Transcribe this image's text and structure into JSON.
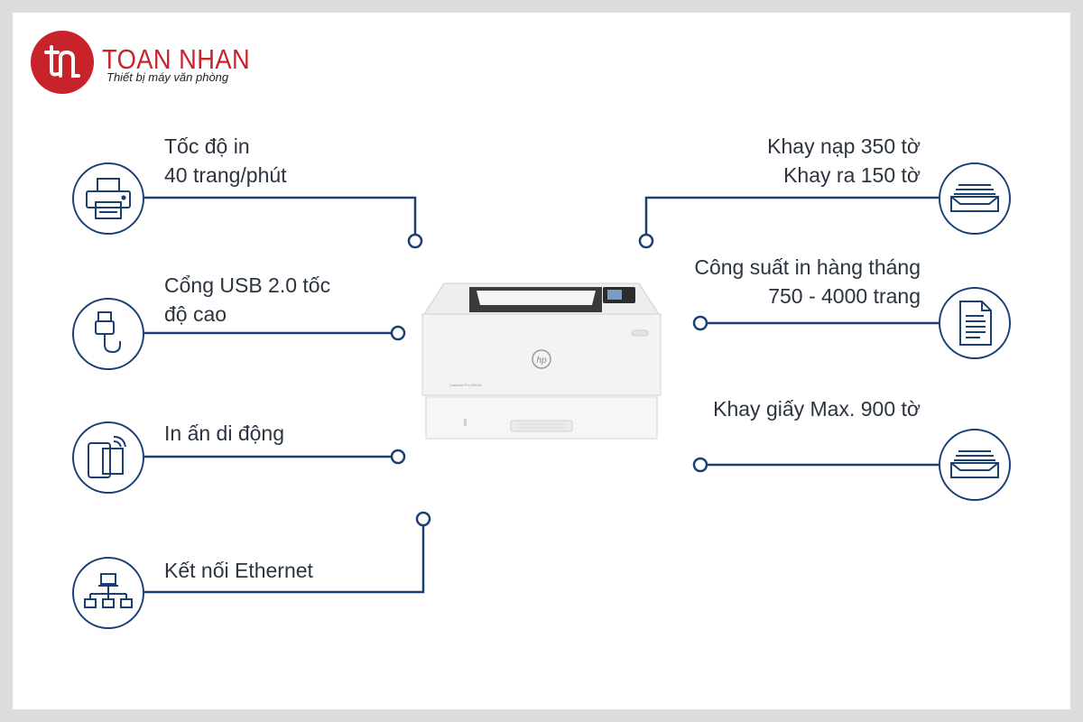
{
  "brand": {
    "name": "TOAN NHAN",
    "tagline": "Thiết bị máy văn phòng",
    "color": "#c8222a"
  },
  "accent_color": "#1a3f73",
  "features_left": [
    {
      "line1": "Tốc độ in",
      "line2": "40 trang/phút",
      "icon": "printer-icon"
    },
    {
      "line1": "Cổng USB 2.0 tốc",
      "line2": "độ cao",
      "icon": "usb-cable-icon"
    },
    {
      "line1": "In ấn di động",
      "line2": "",
      "icon": "mobile-printing-icon"
    },
    {
      "line1": "Kết nối Ethernet",
      "line2": "",
      "icon": "network-icon"
    }
  ],
  "features_right": [
    {
      "line1": "Khay nạp 350 tờ",
      "line2": "Khay ra 150 tờ",
      "icon": "paper-tray-icon"
    },
    {
      "line1": "Công suất in hàng tháng",
      "line2": "750 - 4000 trang",
      "icon": "document-icon"
    },
    {
      "line1": "Khay giấy Max. 900 tờ",
      "line2": "",
      "icon": "paper-tray-icon"
    }
  ],
  "printer": {
    "brand_mark": "hp",
    "model_text": "LaserJet Pro M404n"
  }
}
